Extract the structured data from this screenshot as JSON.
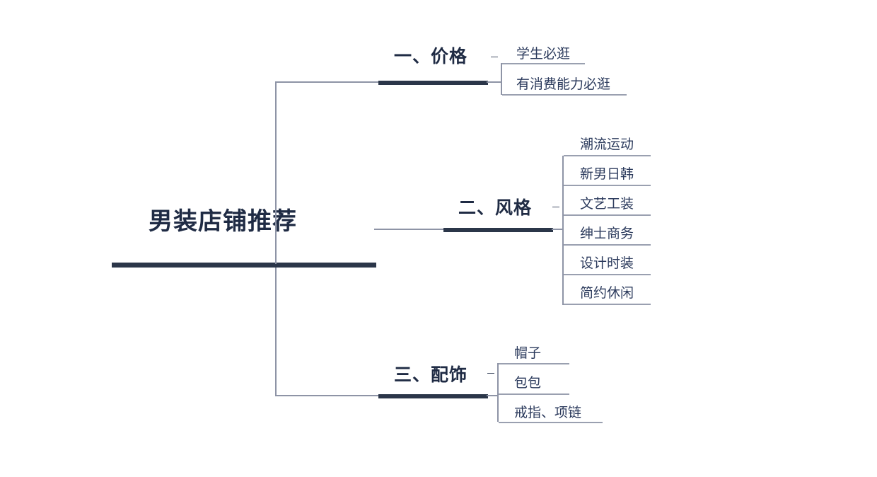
{
  "document": {
    "type": "mind-map",
    "title": "男装店铺推荐",
    "background_color": "#ffffff"
  },
  "colors": {
    "bar_dark": "#2b3649",
    "title_text": "#1f2b44",
    "leaf_text": "#2b3a5c",
    "connector": "#8e94a6",
    "underline": "#9aa0b0",
    "toggle": "#454f66"
  },
  "root": {
    "label": "男装店铺推荐",
    "toggle_icon": "collapse-minus-icon"
  },
  "branches": [
    {
      "index": "1",
      "label": "一、价格",
      "toggle_icon": "collapse-minus-icon",
      "children": [
        {
          "label": "学生必逛"
        },
        {
          "label": "有消费能力必逛"
        }
      ]
    },
    {
      "index": "2",
      "label": "二、风格",
      "toggle_icon": "collapse-minus-icon",
      "children": [
        {
          "label": "潮流运动"
        },
        {
          "label": "新男日韩"
        },
        {
          "label": "文艺工装"
        },
        {
          "label": "绅士商务"
        },
        {
          "label": "设计时装"
        },
        {
          "label": "简约休闲"
        }
      ]
    },
    {
      "index": "3",
      "label": "三、配饰",
      "toggle_icon": "collapse-minus-icon",
      "children": [
        {
          "label": "帽子"
        },
        {
          "label": "包包"
        },
        {
          "label": "戒指、项链"
        }
      ]
    }
  ]
}
